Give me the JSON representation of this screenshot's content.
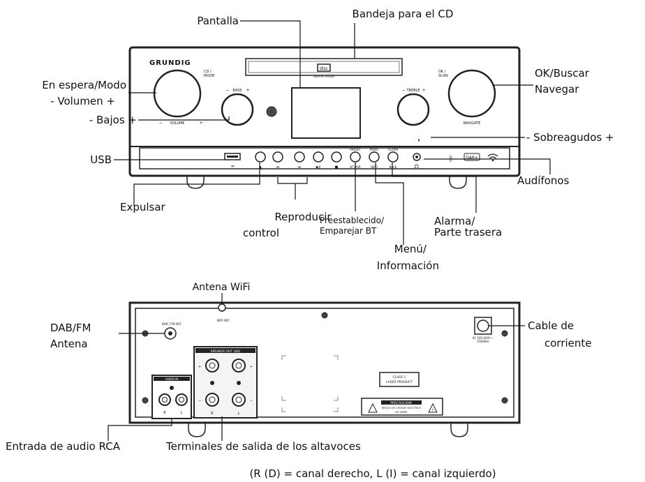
{
  "front_labels": {
    "pantalla": "Pantalla",
    "bandeja": "Bandeja para el CD",
    "standby_line1": "En espera/Modo",
    "standby_line2": "- Volumen +",
    "ok_line1": "OK/Buscar",
    "ok_line2": "Navegar",
    "bajos": "- Bajos +",
    "usb": "USB",
    "sobreagudos": "- Sobreagudos +",
    "audifonos": "Audífonos",
    "expulsar": "Expulsar",
    "reproducir_line1": "Reproducir",
    "reproducir_line2": "control",
    "preset_line1": "Preestablecido/",
    "preset_line2": "Emparejar BT",
    "alarma_line1": "Alarma/",
    "alarma_line2": "Parte trasera",
    "menu_line1": "Menú/",
    "menu_line2": "Información"
  },
  "device_front": {
    "brand": "GRUNDIG",
    "cd_mode": "CD /\nMODE",
    "volume": "VOLUME",
    "bass": "BASS",
    "treble": "TREBLE",
    "ok_scan": "OK /\nSCAN",
    "navigate": "NAVIGATE",
    "preset": "PRESET",
    "bt_pair": "BT PAIR",
    "menu": "MENU",
    "info": "INFO",
    "alarm": "ALARM",
    "back": "BACK",
    "compact_disc": "COMPACT\ndisc\nDIGITAL AUDIO",
    "dab": "DAB+"
  },
  "back_labels": {
    "antena_wifi": "Antena WiFi",
    "dabfm_line1": "DAB/FM",
    "dabfm_line2": "Antena",
    "cable_line1": "Cable de",
    "cable_line2": "corriente",
    "entrada_rca": "Entrada de audio RCA",
    "terminales": "Terminales de salida de los altavoces",
    "channel_note": "(R (D) = canal derecho, L (I) = canal izquierdo)"
  },
  "device_back": {
    "dab_fm_ant": "DAB / FM ANT.",
    "wifi_ant": "WIFI ANT.",
    "audio_in": "AUDIO IN",
    "speaker_out": "SPEAKER OUT  (4Ω)",
    "r": "R",
    "l": "L",
    "plus": "+",
    "minus": "−",
    "ac_line": "AC 100-240V ~\n50/60Hz",
    "class1_line1": "CLASS 1",
    "class1_line2": "LASER PRODUCT",
    "precaucion": "PRECAUCION!",
    "riesgo": "RIESGO DE CHOQUE ELECTRICO",
    "no_abrir": "NO ABRIR"
  }
}
